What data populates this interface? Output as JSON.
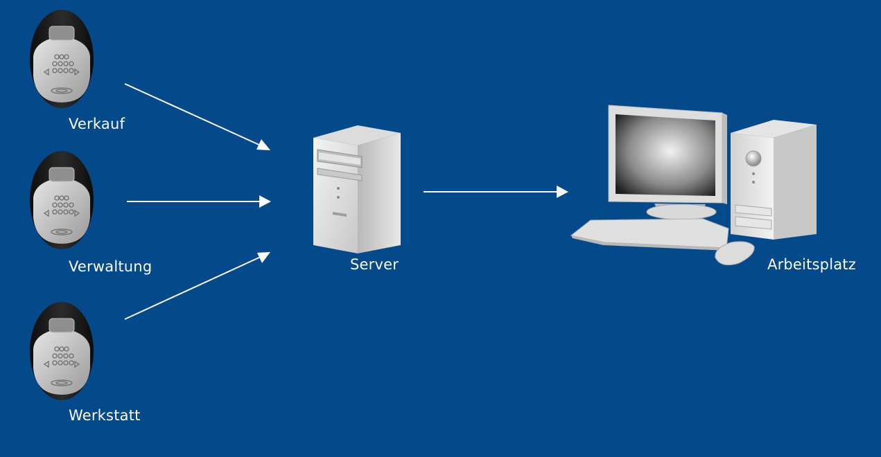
{
  "nodes": {
    "reader_1": {
      "label": "Verkauf"
    },
    "reader_2": {
      "label": "Verwaltung"
    },
    "reader_3": {
      "label": "Werkstatt"
    },
    "server": {
      "label": "Server"
    },
    "workstation": {
      "label": "Arbeitsplatz"
    }
  },
  "edges": [
    {
      "from": "reader_1",
      "to": "server"
    },
    {
      "from": "reader_2",
      "to": "server"
    },
    {
      "from": "reader_3",
      "to": "server"
    },
    {
      "from": "server",
      "to": "workstation"
    }
  ],
  "colors": {
    "background": "#044a8a",
    "arrow": "#ffffff",
    "label": "#ffffff"
  },
  "icons": {
    "reader": "keypad-access-reader-icon",
    "server": "server-tower-icon",
    "workstation": "desktop-computer-icon"
  }
}
